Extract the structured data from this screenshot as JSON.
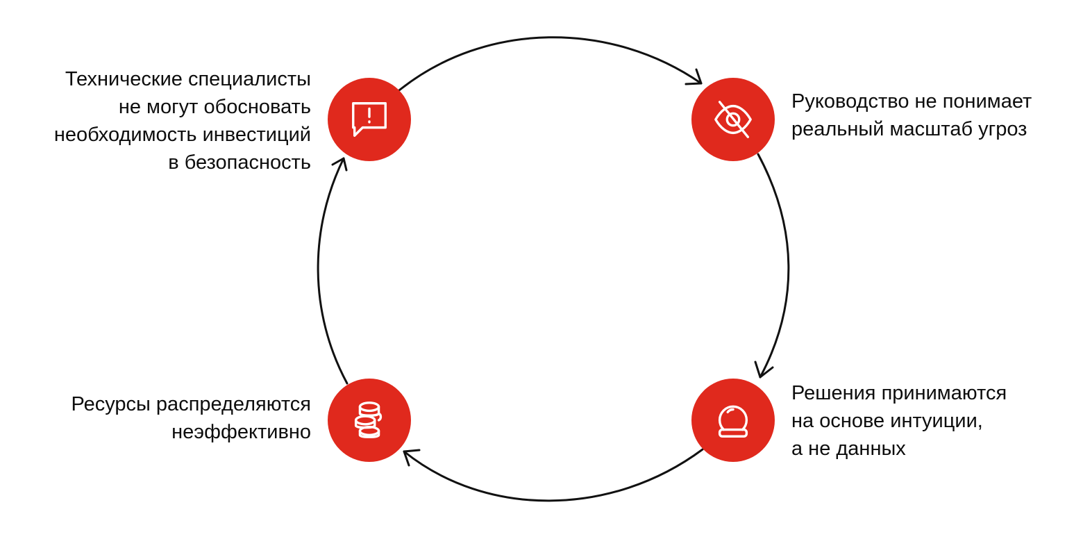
{
  "colors": {
    "accent": "#e0291d",
    "icon": "#ffffff",
    "arrow": "#111111",
    "text": "#0d0d0d"
  },
  "stages": [
    {
      "id": "top-left",
      "icon": "message-alert-icon",
      "lines": [
        "Технические специалисты",
        "не могут обосновать",
        "необходимость инвестиций",
        "в безопасность"
      ]
    },
    {
      "id": "top-right",
      "icon": "eye-off-icon",
      "lines": [
        "Руководство не понимает",
        "реальный масштаб угроз"
      ]
    },
    {
      "id": "bottom-right",
      "icon": "crystal-ball-icon",
      "lines": [
        "Решения принимаются",
        "на основе интуиции,",
        "а не данных"
      ]
    },
    {
      "id": "bottom-left",
      "icon": "coins-stack-icon",
      "lines": [
        "Ресурсы распределяются",
        "неэффективно"
      ]
    }
  ]
}
